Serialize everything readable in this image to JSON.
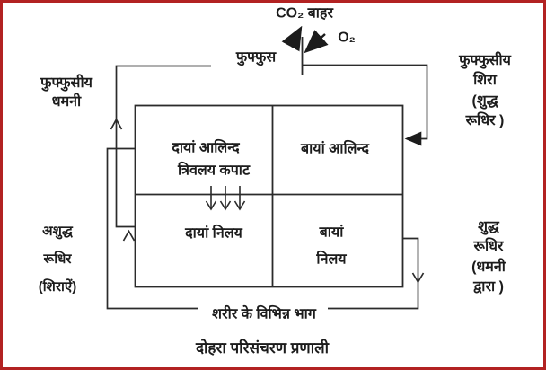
{
  "colors": {
    "border": "#b22222",
    "ink": "#1c1c1c",
    "background": "#ffffff"
  },
  "labels": {
    "co2_out": "CO₂ बाहर",
    "o2": "O₂",
    "lungs": "फुफ्फुस",
    "pulmonary_artery": "फुफ्फुसीय\nधमनी",
    "pulmonary_vein": "फुफ्फुसीय शिरा\n(शुद्ध रूधिर )",
    "right_atrium": "दायां आलिन्द",
    "tricuspid_valve": "त्रिवलय कपाट",
    "left_atrium": "बायां आलिन्द",
    "right_ventricle": "दायां निलय",
    "left_ventricle": "बायां\nनिलय",
    "impure_blood": "अशुद्ध\nरूधिर\n(शिराऐं)",
    "pure_blood": "शुद्ध रूधिर\n(धमनी द्वारा )",
    "body_parts": "शरीर के विभिन्न भाग",
    "title": "दोहरा परिसंचरण प्रणाली"
  }
}
